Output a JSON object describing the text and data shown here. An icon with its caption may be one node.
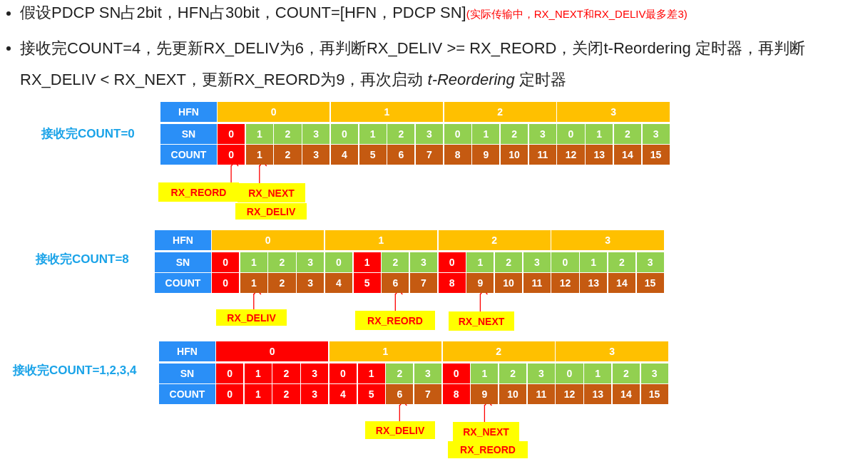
{
  "diagram": {
    "nodes": [
      {
        "text": [
          "HFN"
        ]
      },
      {
        "text": [
          "0"
        ]
      },
      {
        "text": [
          "1"
        ]
      },
      {
        "text": [
          "2"
        ]
      },
      {
        "text": [
          "3"
        ]
      },
      {
        "text": [
          "SN"
        ]
      },
      {
        "text": [
          "0"
        ]
      },
      {
        "text": [
          "1"
        ]
      },
      {
        "text": [
          "2"
        ]
      },
      {
        "text": [
          "3"
        ]
      },
      {
        "text": [
          "0"
        ]
      },
      {
        "text": [
          "1"
        ]
      },
      {
        "text": [
          "2"
        ]
      },
      {
        "text": [
          "3"
        ]
      },
      {
        "text": [
          "0"
        ]
      },
      {
        "text": [
          "1"
        ]
      },
      {
        "text": [
          "2"
        ]
      },
      {
        "text": [
          "3"
        ]
      },
      {
        "text": [
          "0"
        ]
      },
      {
        "text": [
          "1"
        ]
      },
      {
        "text": [
          "2"
        ]
      },
      {
        "text": [
          "3"
        ]
      },
      {
        "text": [
          "COUNT"
        ]
      },
      {
        "text": [
          "0"
        ]
      },
      {
        "text": [
          "1"
        ]
      },
      {
        "text": [
          "2"
        ]
      },
      {
        "text": [
          "3"
        ]
      },
      {
        "text": [
          "4"
        ]
      },
      {
        "text": [
          "5"
        ]
      },
      {
        "text": [
          "6"
        ]
      },
      {
        "text": [
          "7"
        ]
      },
      {
        "text": [
          "8"
        ]
      },
      {
        "text": [
          "9"
        ]
      },
      {
        "text": [
          "10"
        ]
      },
      {
        "text": [
          "11"
        ]
      },
      {
        "text": [
          "12"
        ]
      },
      {
        "text": [
          "13"
        ]
      },
      {
        "text": [
          "14"
        ]
      },
      {
        "text": [
          "15"
        ]
      },
      {
        "text": [
          "HFN"
        ]
      },
      {
        "text": [
          "0"
        ]
      },
      {
        "text": [
          "1"
        ]
      },
      {
        "text": [
          "2"
        ]
      },
      {
        "text": [
          "3"
        ]
      },
      {
        "text": [
          "SN"
        ]
      },
      {
        "text": [
          "0"
        ]
      },
      {
        "text": [
          "1"
        ]
      },
      {
        "text": [
          "2"
        ]
      },
      {
        "text": [
          "3"
        ]
      },
      {
        "text": [
          "0"
        ]
      },
      {
        "text": [
          "1"
        ]
      },
      {
        "text": [
          "2"
        ]
      },
      {
        "text": [
          "3"
        ]
      },
      {
        "text": [
          "0"
        ]
      },
      {
        "text": [
          "1"
        ]
      },
      {
        "text": [
          "2"
        ]
      },
      {
        "text": [
          "3"
        ]
      },
      {
        "text": [
          "0"
        ]
      },
      {
        "text": [
          "1"
        ]
      },
      {
        "text": [
          "2"
        ]
      },
      {
        "text": [
          "3"
        ]
      },
      {
        "text": [
          "COUNT"
        ]
      },
      {
        "text": [
          "0"
        ]
      },
      {
        "text": [
          "1"
        ]
      },
      {
        "text": [
          "2"
        ]
      },
      {
        "text": [
          "3"
        ]
      },
      {
        "text": [
          "4"
        ]
      },
      {
        "text": [
          "5"
        ]
      },
      {
        "text": [
          "6"
        ]
      },
      {
        "text": [
          "7"
        ]
      },
      {
        "text": [
          "8"
        ]
      },
      {
        "text": [
          "9"
        ]
      },
      {
        "text": [
          "10"
        ]
      },
      {
        "text": [
          "11"
        ]
      },
      {
        "text": [
          "12"
        ]
      },
      {
        "text": [
          "13"
        ]
      },
      {
        "text": [
          "14"
        ]
      },
      {
        "text": [
          "15"
        ]
      },
      {
        "text": [
          "HFN"
        ]
      },
      {
        "text": [
          "0"
        ]
      },
      {
        "text": [
          "1"
        ]
      },
      {
        "text": [
          "2"
        ]
      },
      {
        "text": [
          "3"
        ]
      },
      {
        "text": [
          "SN"
        ]
      },
      {
        "text": [
          "0"
        ]
      },
      {
        "text": [
          "1"
        ]
      },
      {
        "text": [
          "2"
        ]
      },
      {
        "text": [
          "3"
        ]
      },
      {
        "text": [
          "0"
        ]
      },
      {
        "text": [
          "1"
        ]
      },
      {
        "text": [
          "2"
        ]
      },
      {
        "text": [
          "3"
        ]
      },
      {
        "text": [
          "0"
        ]
      },
      {
        "text": [
          "1"
        ]
      },
      {
        "text": [
          "2"
        ]
      },
      {
        "text": [
          "3"
        ]
      },
      {
        "text": [
          "0"
        ]
      },
      {
        "text": [
          "1"
        ]
      },
      {
        "text": [
          "2"
        ]
      },
      {
        "text": [
          "3"
        ]
      },
      {
        "text": [
          "COUNT"
        ]
      },
      {
        "text": [
          "0"
        ]
      },
      {
        "text": [
          "1"
        ]
      },
      {
        "text": [
          "2"
        ]
      },
      {
        "text": [
          "3"
        ]
      },
      {
        "text": [
          "4"
        ]
      },
      {
        "text": [
          "5"
        ]
      },
      {
        "text": [
          "6"
        ]
      },
      {
        "text": [
          "7"
        ]
      },
      {
        "text": [
          "8"
        ]
      },
      {
        "text": [
          "9"
        ]
      },
      {
        "text": [
          "10"
        ]
      },
      {
        "text": [
          "11"
        ]
      },
      {
        "text": [
          "12"
        ]
      },
      {
        "text": [
          "13"
        ]
      },
      {
        "text": [
          "14"
        ]
      },
      {
        "text": [
          "15"
        ]
      },
      {
        "text": [
          "RX_REORD"
        ]
      },
      {
        "text": [
          "RX_NEXT"
        ]
      },
      {
        "text": [
          "RX_DELIV"
        ]
      },
      {
        "text": [
          "RX_DELIV"
        ]
      },
      {
        "text": [
          "RX_REORD"
        ]
      },
      {
        "text": [
          "RX_NEXT"
        ]
      },
      {
        "text": [
          "RX_DELIV"
        ]
      },
      {
        "text": [
          "RX_NEXT"
        ]
      },
      {
        "text": [
          "RX_REORD"
        ]
      }
    ],
    "edges": [
      {
        "from": 117,
        "to": 23,
        "arrow": "to"
      },
      {
        "from": 118,
        "to": 24,
        "arrow": "to"
      },
      {
        "from": 120,
        "to": 63,
        "arrow": "to"
      },
      {
        "from": 121,
        "to": 68,
        "arrow": "to"
      },
      {
        "from": 122,
        "to": 71,
        "arrow": "to"
      },
      {
        "from": 123,
        "to": 107,
        "arrow": "to"
      },
      {
        "from": 124,
        "to": 110,
        "arrow": "to"
      }
    ],
    "labels": [
      "假设PDCP SN占2bit，HFN占30bit，COUNT=[HFN，PDCP SN]",
      "(实际传输中，RX_NEXT和RX_DELIV最多差3)",
      "接收完COUNT=4，先更新RX_DELIV为6，再判断RX_DELIV >= RX_REORD，关闭t-Reordering 定时器，再判断RX_DELIV < RX_NEXT，更新RX_REORD为9，再次启动 *t-Reordering* 定时器",
      "接收完COUNT=0",
      "接收完COUNT=8",
      "接收完COUNT=1,2,3,4"
    ]
  }
}
